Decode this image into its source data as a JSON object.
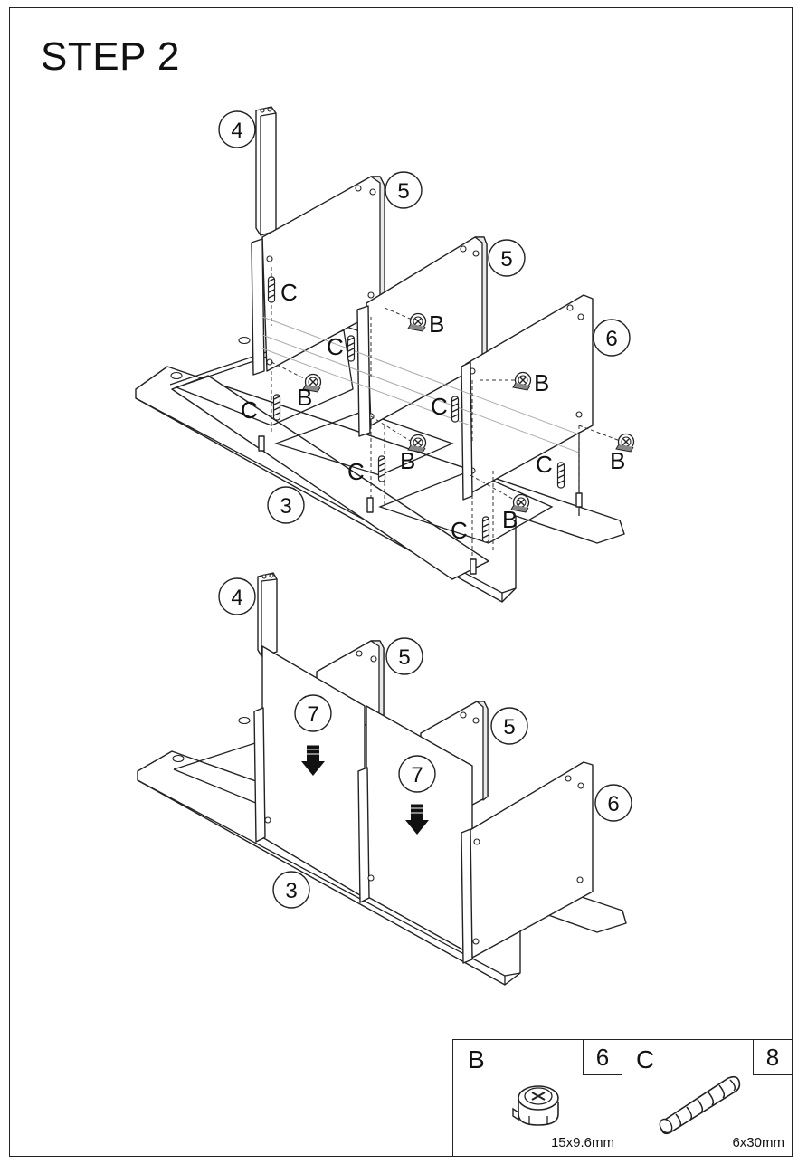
{
  "step_title": "STEP 2",
  "callouts": {
    "part_3": "3",
    "part_4": "4",
    "part_5": "5",
    "part_6": "6",
    "part_7": "7"
  },
  "fastener_letters": {
    "cam_lock": "B",
    "dowel": "C"
  },
  "hardware": [
    {
      "letter": "B",
      "quantity": "6",
      "size": "15x9.6mm",
      "icon": "cam-lock-icon"
    },
    {
      "letter": "C",
      "quantity": "8",
      "size": "6x30mm",
      "icon": "wooden-dowel-icon"
    }
  ],
  "arrow_icon": "down-arrow-icon"
}
